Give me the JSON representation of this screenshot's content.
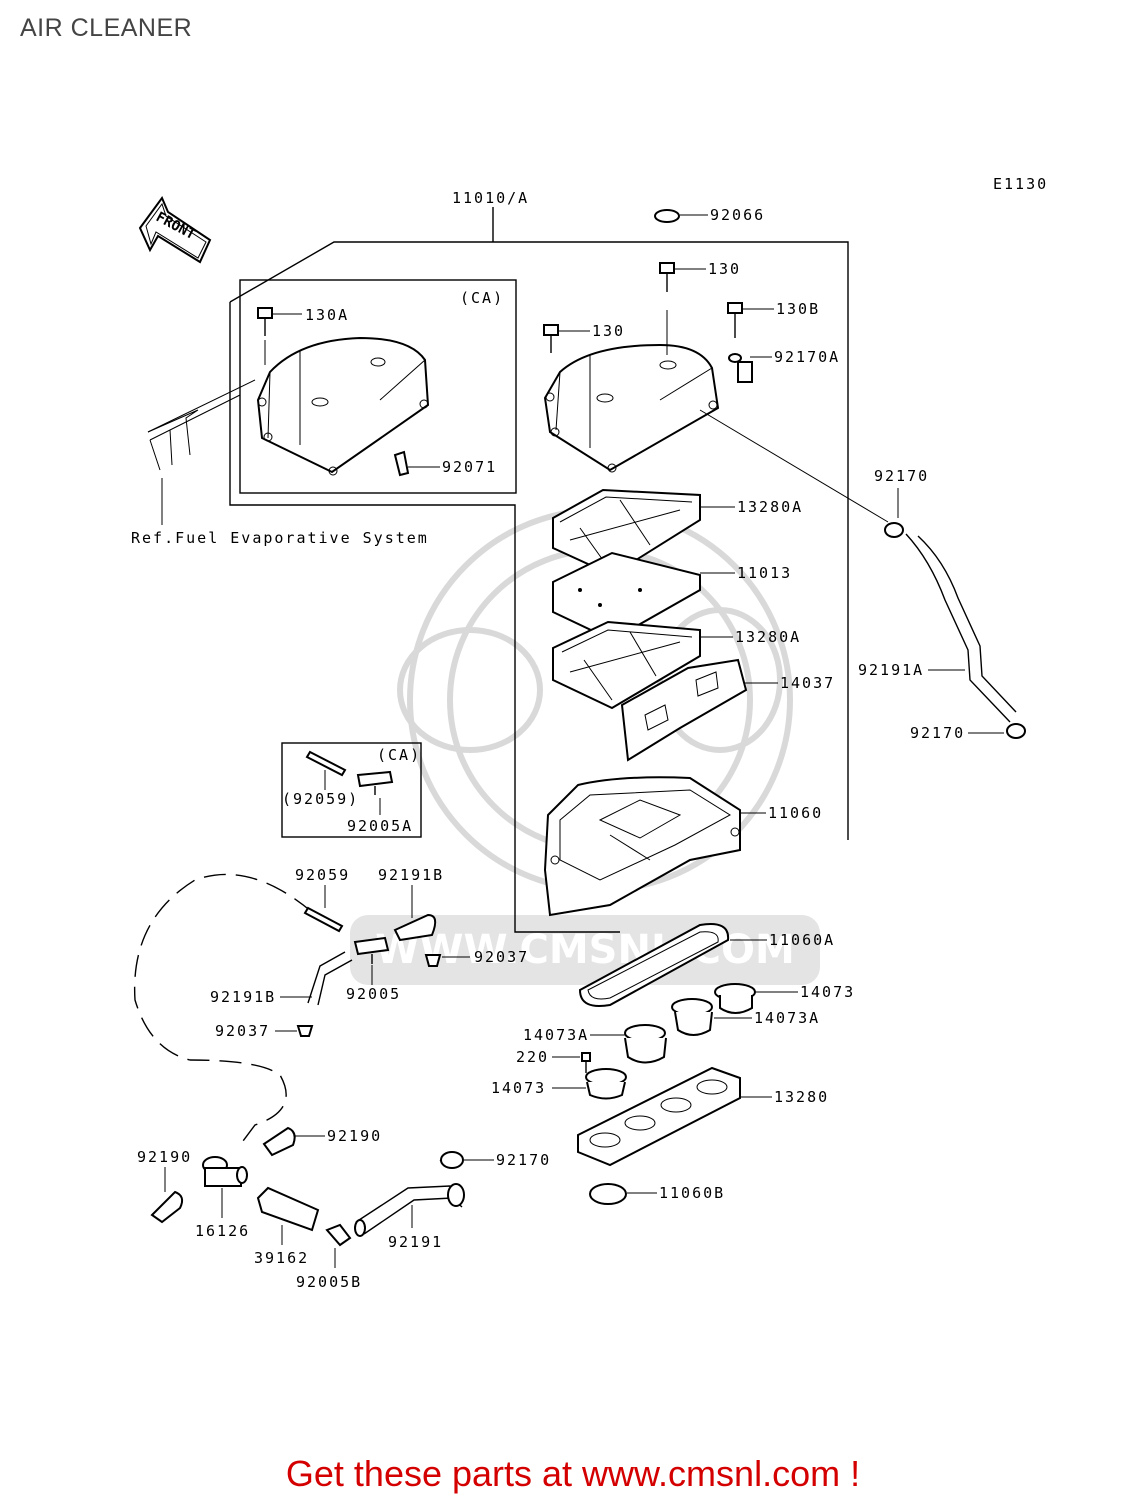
{
  "title": "AIR CLEANER",
  "diagram_code": "E1130",
  "direction_label": "FRONT",
  "reference_note": "Ref.Fuel Evaporative System",
  "watermark": "WWW.CMSNL.COM",
  "variant_tags": [
    "(CA)",
    "(CA)"
  ],
  "parts": {
    "p11010A": "11010/A",
    "p92066": "92066",
    "p130_top": "130",
    "p130A": "130A",
    "p130_left": "130",
    "p130B": "130B",
    "p92170A": "92170A",
    "p92071": "92071",
    "p92170_top": "92170",
    "p13280A_1": "13280A",
    "p11013": "11013",
    "p13280A_2": "13280A",
    "p14037": "14037",
    "p92191A": "92191A",
    "p92170_mid": "92170",
    "p92059_ca": "(92059)",
    "p92005A": "92005A",
    "p11060": "11060",
    "p92059": "92059",
    "p92191B_top": "92191B",
    "p92037_top": "92037",
    "p11060A": "11060A",
    "p92191B_left": "92191B",
    "p92005": "92005",
    "p14073_top": "14073",
    "p14073A_right": "14073A",
    "p92037_left": "92037",
    "p14073A_left": "14073A",
    "p220": "220",
    "p14073_left": "14073",
    "p13280": "13280",
    "p92190_mid": "92190",
    "p92190_left": "92190",
    "p92170_low": "92170",
    "p11060B": "11060B",
    "p16126": "16126",
    "p39162": "39162",
    "p92191": "92191",
    "p92005B": "92005B"
  },
  "footer": "Get these parts at www.cmsnl.com !"
}
